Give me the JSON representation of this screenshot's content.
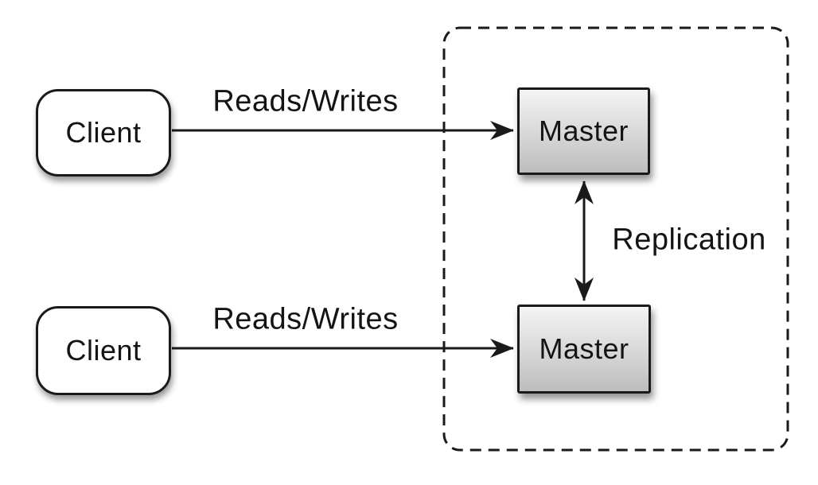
{
  "colors": {
    "background": "#ffffff",
    "line_stroke": "#1a1a1a",
    "text": "#141414",
    "client_fill": "#ffffff",
    "master_fill_top": "#f4f4f4",
    "master_fill_bottom": "#bdbdbd"
  },
  "nodes": {
    "client_top": {
      "label": "Client"
    },
    "client_bottom": {
      "label": "Client"
    },
    "master_top": {
      "label": "Master"
    },
    "master_bottom": {
      "label": "Master"
    }
  },
  "edges": {
    "reads_writes_top": {
      "label": "Reads/Writes"
    },
    "reads_writes_bottom": {
      "label": "Reads/Writes"
    },
    "replication": {
      "label": "Replication"
    }
  }
}
